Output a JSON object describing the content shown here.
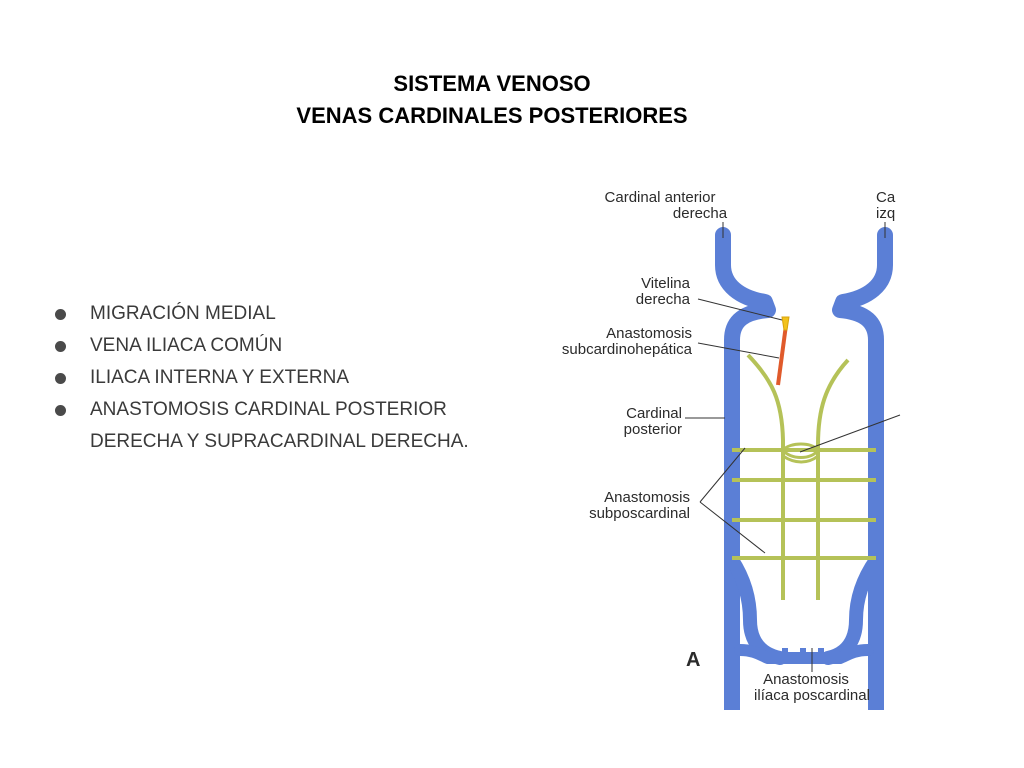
{
  "title": {
    "line1": "SISTEMA VENOSO",
    "line2": "VENAS CARDINALES POSTERIORES"
  },
  "bullets": [
    "MIGRACIÓN MEDIAL",
    "VENA ILIACA COMÚN",
    "ILIACA INTERNA Y EXTERNA",
    "ANASTOMOSIS  CARDINAL POSTERIOR DERECHA Y SUPRACARDINAL DERECHA."
  ],
  "diagram": {
    "labels": {
      "cardinal_anterior_1": "Cardinal anterior",
      "cardinal_anterior_2": "derecha",
      "cardinal_izq_1": "Ca",
      "cardinal_izq_2": "izq",
      "vitelina_1": "Vitelina",
      "vitelina_2": "derecha",
      "anast_subcardino_1": "Anastomosis",
      "anast_subcardino_2": "subcardinohepática",
      "cardinal_posterior_1": "Cardinal",
      "cardinal_posterior_2": "posterior",
      "anast_subpos_1": "Anastomosis",
      "anast_subpos_2": "subposcardinal",
      "panel_letter": "A",
      "anast_iliaca_1": "Anastomosis",
      "anast_iliaca_2": "ilíaca poscardinal"
    },
    "colors": {
      "vein_blue": "#5b7fd6",
      "vein_blue_dark": "#4a6cc4",
      "subcardinal_green": "#b5c258",
      "anastomosis_red": "#e05a2b",
      "vitelline_yellow": "#f2c21b"
    }
  }
}
